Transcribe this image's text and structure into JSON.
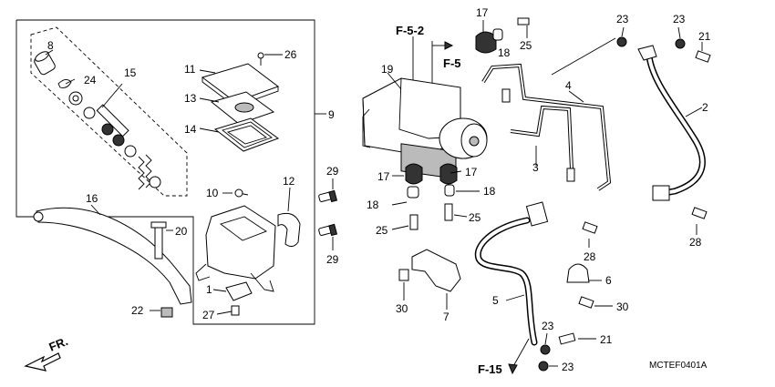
{
  "diagram_code": "MCTEF0401A",
  "direction_label": "FR.",
  "refs": {
    "f52": "F-5-2",
    "f5": "F-5",
    "f15": "F-15"
  },
  "part_labels": [
    {
      "id": "p8",
      "text": "8"
    },
    {
      "id": "p24",
      "text": "24"
    },
    {
      "id": "p15",
      "text": "15"
    },
    {
      "id": "p11",
      "text": "11"
    },
    {
      "id": "p26",
      "text": "26"
    },
    {
      "id": "p13",
      "text": "13"
    },
    {
      "id": "p9",
      "text": "9"
    },
    {
      "id": "p14",
      "text": "14"
    },
    {
      "id": "p16",
      "text": "16"
    },
    {
      "id": "p10",
      "text": "10"
    },
    {
      "id": "p12",
      "text": "12"
    },
    {
      "id": "p29a",
      "text": "29"
    },
    {
      "id": "p29b",
      "text": "29"
    },
    {
      "id": "p20",
      "text": "20"
    },
    {
      "id": "p1",
      "text": "1"
    },
    {
      "id": "p22",
      "text": "22"
    },
    {
      "id": "p27",
      "text": "27"
    },
    {
      "id": "p19",
      "text": "19"
    },
    {
      "id": "p17a",
      "text": "17"
    },
    {
      "id": "p18a",
      "text": "18"
    },
    {
      "id": "p25a",
      "text": "25"
    },
    {
      "id": "p17b",
      "text": "17"
    },
    {
      "id": "p17c",
      "text": "17"
    },
    {
      "id": "p18b",
      "text": "18"
    },
    {
      "id": "p18c",
      "text": "18"
    },
    {
      "id": "p25b",
      "text": "25"
    },
    {
      "id": "p25c",
      "text": "25"
    },
    {
      "id": "p30a",
      "text": "30"
    },
    {
      "id": "p7",
      "text": "7"
    },
    {
      "id": "p4",
      "text": "4"
    },
    {
      "id": "p3",
      "text": "3"
    },
    {
      "id": "p23a",
      "text": "23"
    },
    {
      "id": "p23b",
      "text": "23"
    },
    {
      "id": "p21a",
      "text": "21"
    },
    {
      "id": "p2",
      "text": "2"
    },
    {
      "id": "p28a",
      "text": "28"
    },
    {
      "id": "p28b",
      "text": "28"
    },
    {
      "id": "p6",
      "text": "6"
    },
    {
      "id": "p5",
      "text": "5"
    },
    {
      "id": "p30b",
      "text": "30"
    },
    {
      "id": "p23c",
      "text": "23"
    },
    {
      "id": "p21b",
      "text": "21"
    },
    {
      "id": "p23d",
      "text": "23"
    }
  ]
}
